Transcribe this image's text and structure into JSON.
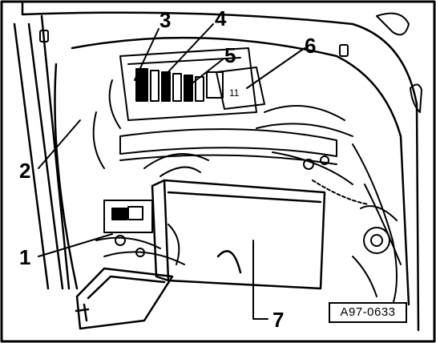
{
  "figure": {
    "reference_code": "A97-0633",
    "callouts": [
      {
        "id": "1",
        "label": "1"
      },
      {
        "id": "2",
        "label": "2"
      },
      {
        "id": "3",
        "label": "3"
      },
      {
        "id": "4",
        "label": "4"
      },
      {
        "id": "5",
        "label": "5"
      },
      {
        "id": "6",
        "label": "6"
      },
      {
        "id": "7",
        "label": "7"
      }
    ]
  },
  "colors": {
    "line": "#000000",
    "background": "#ffffff"
  }
}
